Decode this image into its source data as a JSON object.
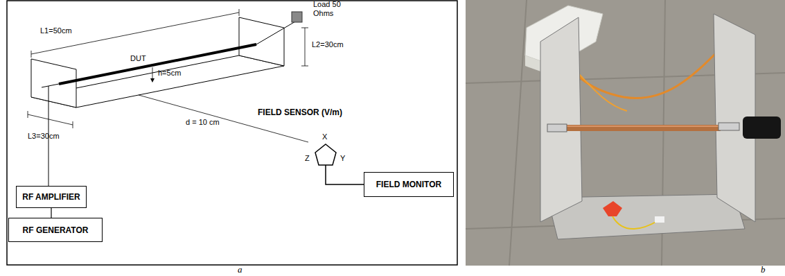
{
  "diagram": {
    "nodes": [
      {
        "text": [
          "FIELD MONITOR"
        ]
      },
      {
        "text": [
          "RF AMPLIFIER"
        ]
      },
      {
        "text": [
          "RF GENERATOR"
        ]
      }
    ],
    "edges": [
      {
        "from": 1,
        "to": 2,
        "arrow": "none"
      }
    ],
    "labels": [
      "Load 50 Ohms",
      "L1=50cm",
      "L2=30cm",
      "DUT",
      "h=5cm",
      "L3=30cm",
      "d = 10 cm",
      "FIELD SENSOR (V/m)",
      "X",
      "Z",
      "Y",
      "a",
      "b"
    ]
  }
}
